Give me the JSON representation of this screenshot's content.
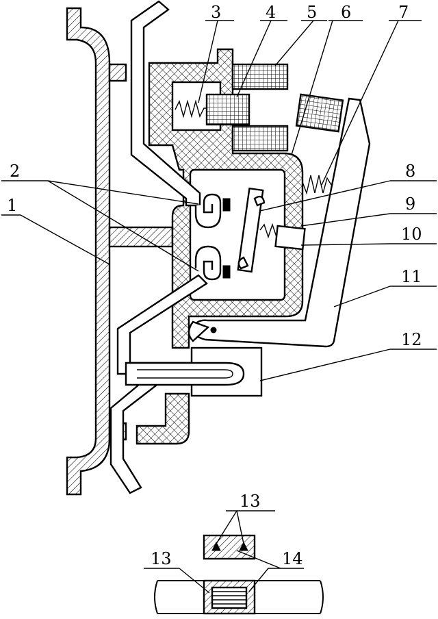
{
  "labels": {
    "l1": "1",
    "l2": "2",
    "l3": "3",
    "l4": "4",
    "l5": "5",
    "l6": "6",
    "l7": "7",
    "l8": "8",
    "l9": "9",
    "l10": "10",
    "l11": "11",
    "l12": "12",
    "l13a": "13",
    "l13b": "13",
    "l14": "14"
  },
  "colors": {
    "line": "#000000",
    "background": "#ffffff"
  }
}
